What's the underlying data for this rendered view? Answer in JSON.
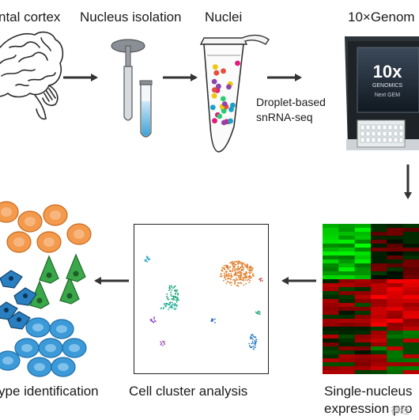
{
  "steps": {
    "cortex": "ntal cortex",
    "isolation": "Nucleus isolation",
    "nuclei": "Nuclei",
    "genomics": "10×Genom",
    "droplet_line1": "Droplet-based",
    "droplet_line2": "snRNA-seq",
    "expression_line1": "Single-nucleus",
    "expression_line2": "expression pro",
    "cluster": "Cell cluster analysis",
    "celltype": "ype identification"
  },
  "device": {
    "logo": "10x",
    "brand": "GENOMICS",
    "model": "Next GEM"
  },
  "watermark": "神经"
}
